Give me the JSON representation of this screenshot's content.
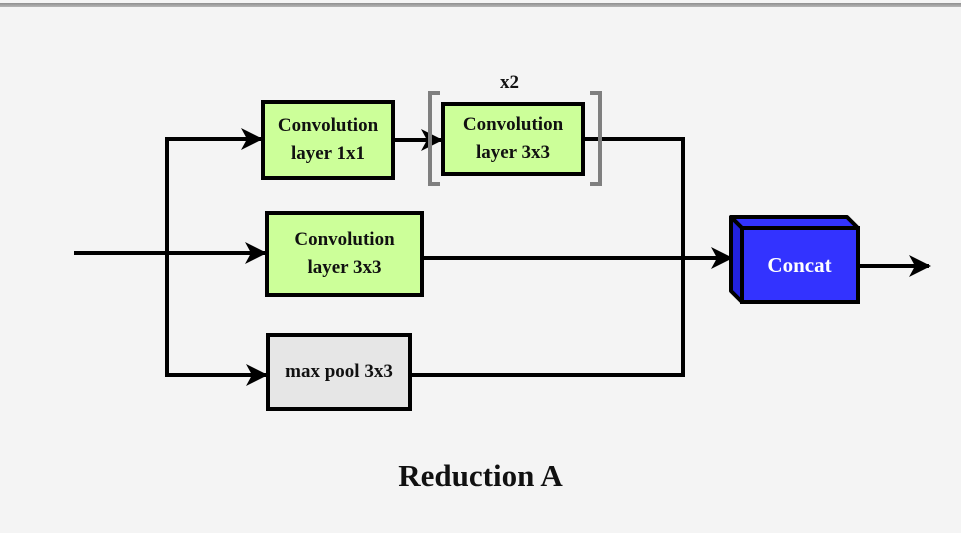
{
  "diagram": {
    "title": "Reduction A",
    "nodes": {
      "conv1x1": {
        "line1": "Convolution",
        "line2": "layer 1x1",
        "fill": "#ccff99"
      },
      "conv3x3_repeat": {
        "line1": "Convolution",
        "line2": "layer 3x3",
        "fill": "#ccff99",
        "repeat_label": "x2"
      },
      "conv3x3": {
        "line1": "Convolution",
        "line2": "layer 3x3",
        "fill": "#ccff99"
      },
      "maxpool": {
        "label": "max pool 3x3",
        "fill": "#e6e6e6"
      },
      "concat": {
        "label": "Concat",
        "fill": "#3333ff"
      }
    },
    "edges": [
      {
        "from": "input",
        "to": "conv1x1"
      },
      {
        "from": "conv1x1",
        "to": "conv3x3_repeat"
      },
      {
        "from": "conv3x3_repeat",
        "to": "concat"
      },
      {
        "from": "input",
        "to": "conv3x3"
      },
      {
        "from": "conv3x3",
        "to": "concat"
      },
      {
        "from": "input",
        "to": "maxpool"
      },
      {
        "from": "maxpool",
        "to": "concat"
      },
      {
        "from": "concat",
        "to": "output"
      }
    ]
  }
}
